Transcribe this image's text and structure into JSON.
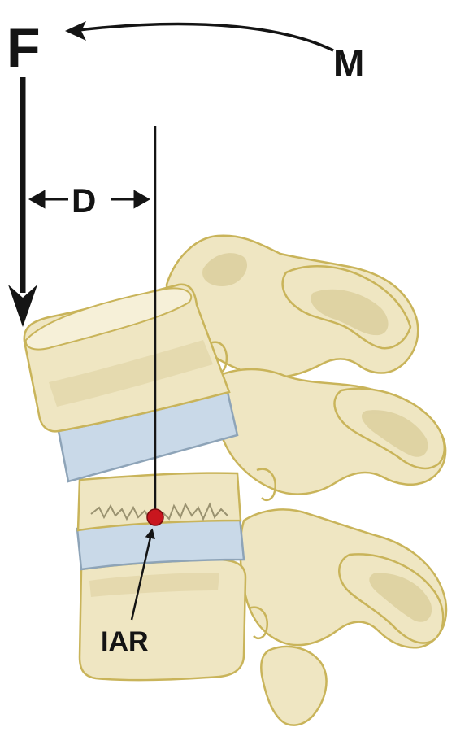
{
  "labels": {
    "force": "F",
    "moment": "M",
    "distance": "D",
    "iar": "IAR"
  },
  "colors": {
    "bone_fill": "#efe6c2",
    "bone_shadow": "#ddd0a0",
    "bone_outline": "#c9b45a",
    "disc_fill": "#c9d9e8",
    "disc_outline": "#8ea4b8",
    "iar_point": "#c8161e",
    "ink": "#141414"
  }
}
